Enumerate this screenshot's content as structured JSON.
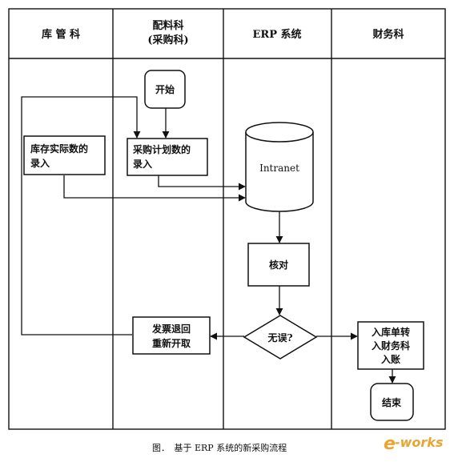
{
  "lanes": [
    {
      "id": "lane-warehouse",
      "title": "库 管 科"
    },
    {
      "id": "lane-procurement",
      "title": "配料科",
      "subtitle": "(采购科)"
    },
    {
      "id": "lane-erp",
      "title": "ERP 系统"
    },
    {
      "id": "lane-finance",
      "title": "财务科"
    }
  ],
  "nodes": {
    "start": "开始",
    "stock_entry_l1": "库存实际数的",
    "stock_entry_l2": "录入",
    "plan_entry_l1": "采购计划数的",
    "plan_entry_l2": "录入",
    "intranet": "Intranet",
    "verify": "核对",
    "decision": "无误?",
    "invoice_l1": "发票退回",
    "invoice_l2": "重新开取",
    "inbound_l1": "入库单转",
    "inbound_l2": "入财务科",
    "inbound_l3": "入账",
    "end": "结束"
  },
  "caption": "图．　基于 ERP 系统的新采购流程",
  "watermark": {
    "prefix": "e",
    "suffix": "-works"
  },
  "colors": {
    "line": "#111111",
    "watermark": "#e9a531"
  }
}
